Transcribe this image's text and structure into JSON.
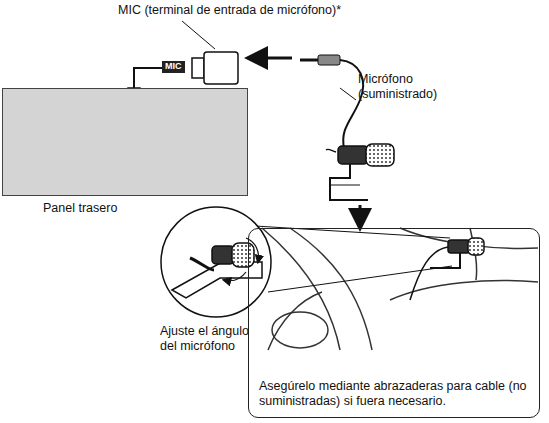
{
  "diagram": {
    "nodes": [
      {
        "text": [
          "Panel trasero"
        ]
      },
      {
        "text": [
          "Asegúrelo mediante abrazaderas para cable (no suministradas) si fuera necesario."
        ]
      }
    ],
    "labels": [
      "MIC (terminal de entrada de micrófono)*",
      "MIC",
      "Micrófono (suministrado)",
      "Ajuste el ángulo del micrófono"
    ]
  }
}
